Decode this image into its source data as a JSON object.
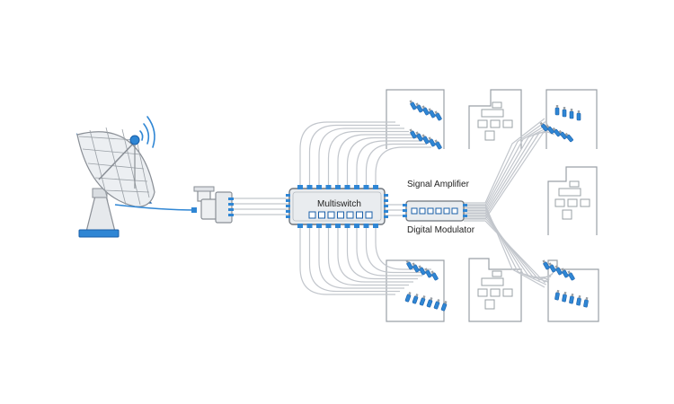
{
  "labels": {
    "multiswitch": "Multiswitch",
    "amplifier": "Signal Amplifier",
    "modulator": "Digital Modulator"
  },
  "colors": {
    "accent": "#2f86d4",
    "accent_dark": "#1a5fa8",
    "outline": "#8a8f96",
    "cable": "#c2c6cc",
    "device_fill": "#e9ecef",
    "building": "#9aa0a6"
  },
  "icons": {
    "dish": "satellite-dish-icon",
    "signal": "signal-waves-icon",
    "lnb": "lnb-converter-icon",
    "building": "building-icon"
  }
}
